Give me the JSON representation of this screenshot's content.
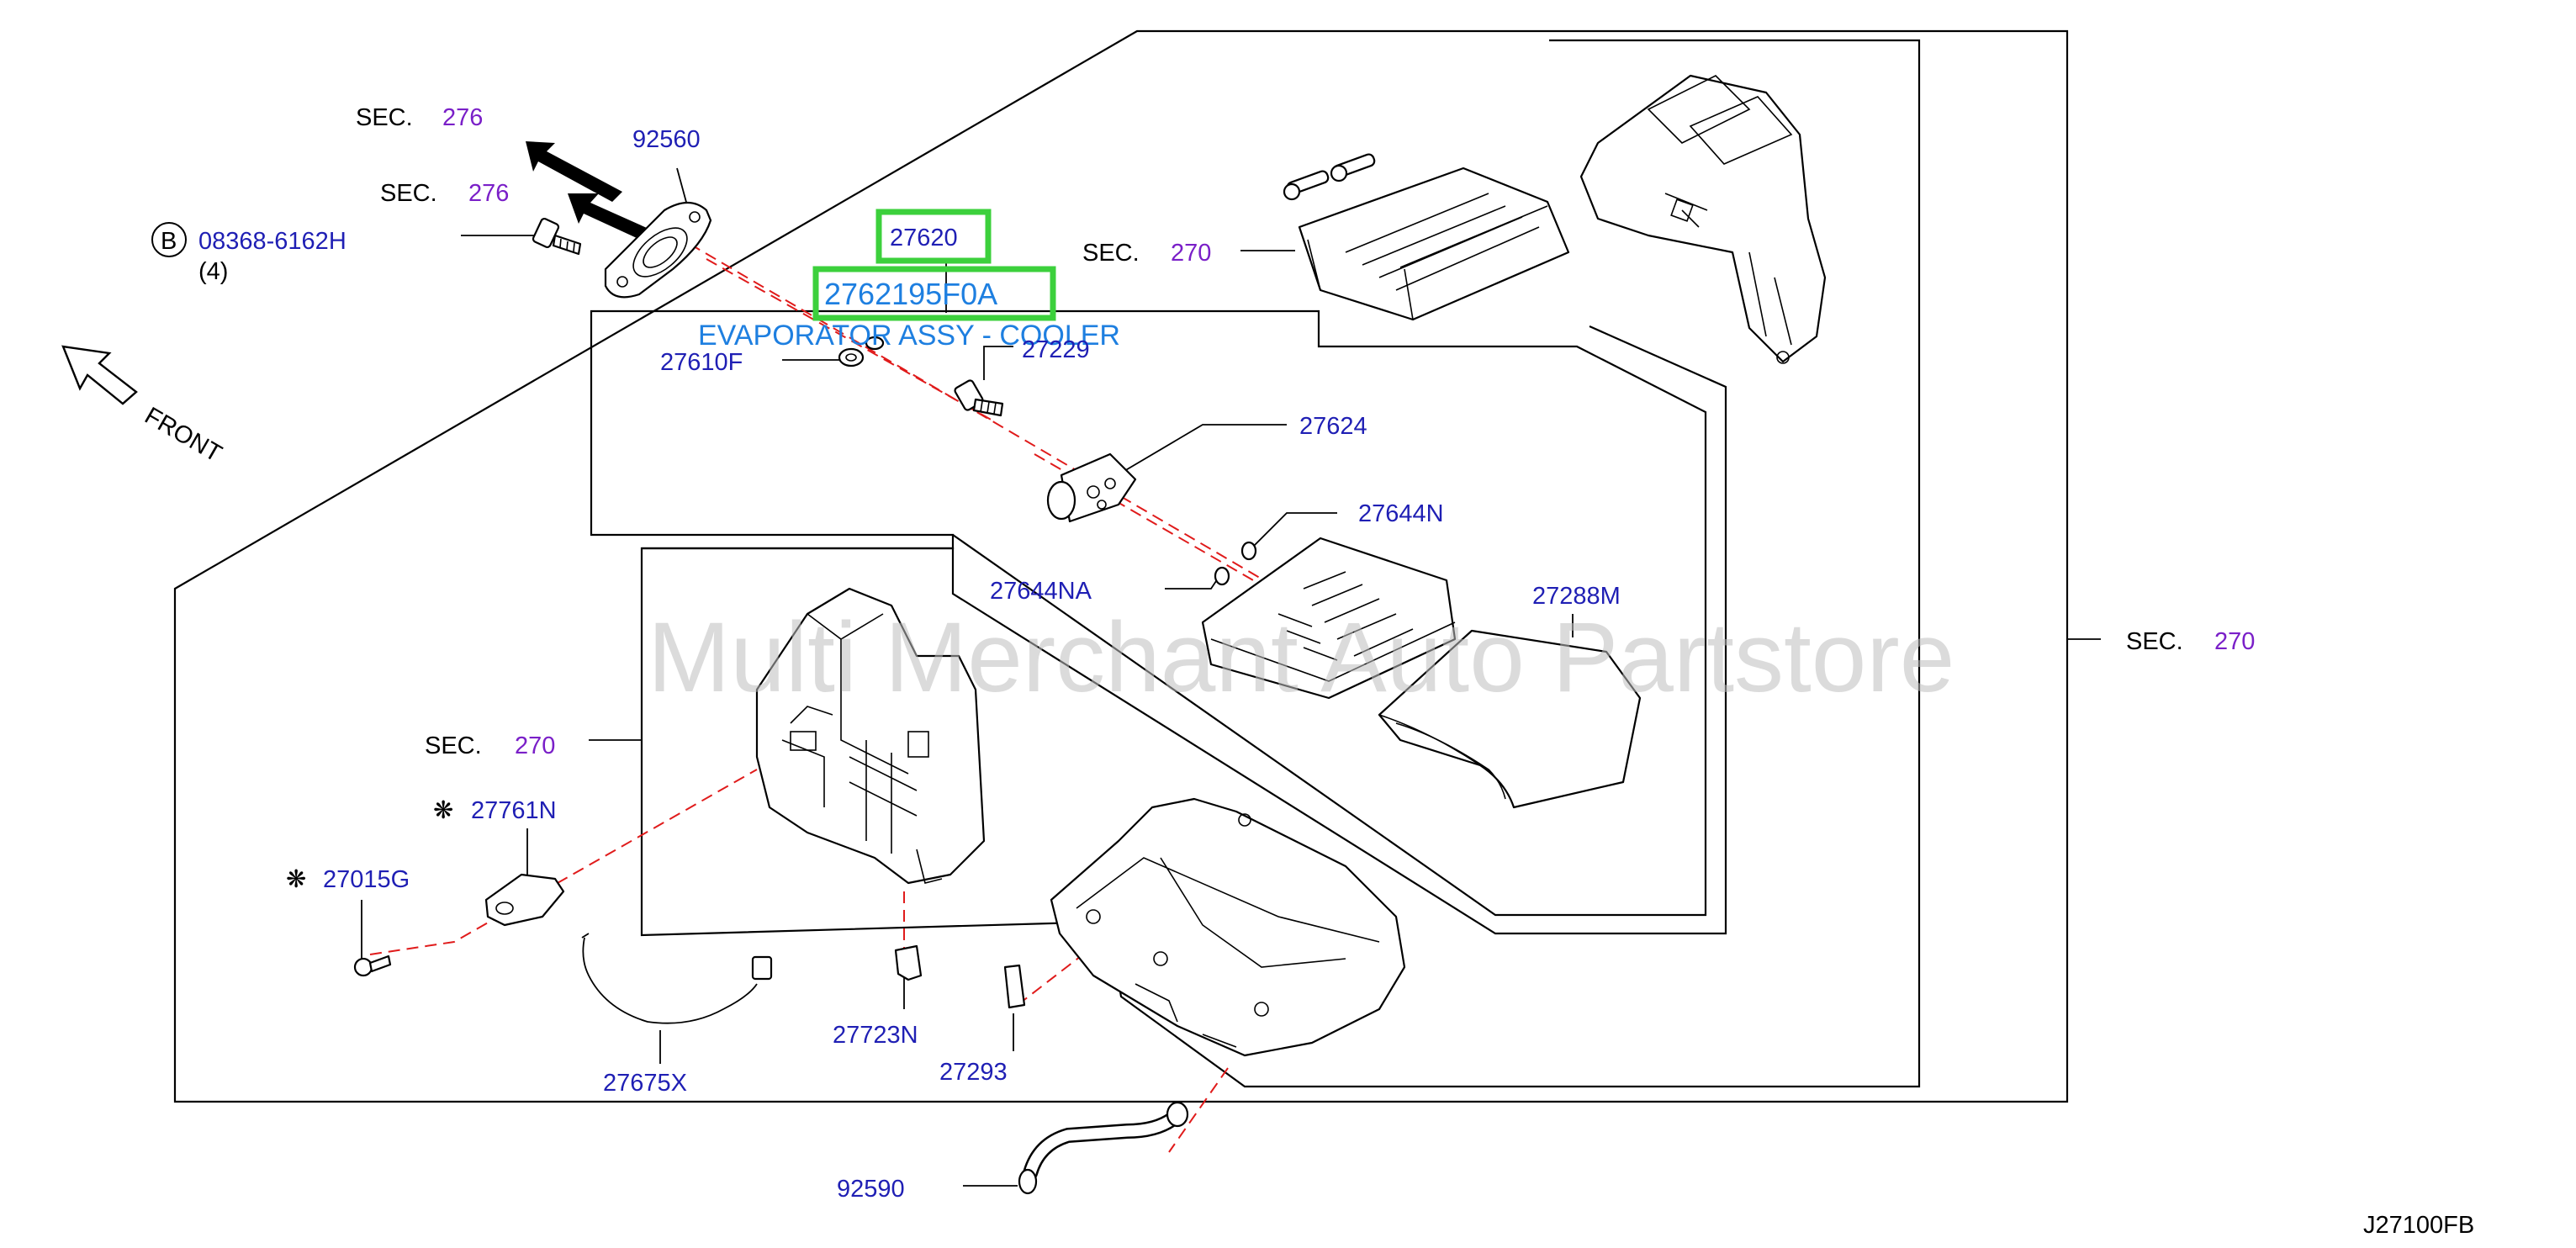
{
  "labels": {
    "sec_prefix": "SEC.",
    "sec_276_upper": "276",
    "sec_276_lower": "276",
    "sec_270_top": "270",
    "sec_270_left": "270",
    "sec_270_right": "270",
    "bolt_badge": "B",
    "front": "FRONT",
    "asterisk_mark": "❋"
  },
  "parts": {
    "p92560": "92560",
    "p08368": "08368-6162H",
    "p08368_qty": "(4)",
    "p27620": "27620",
    "p27610F": "27610F",
    "p27229": "27229",
    "p27624": "27624",
    "p27644N": "27644N",
    "p27644NA": "27644NA",
    "p27288M": "27288M",
    "p27761N": "27761N",
    "p27015G": "27015G",
    "p27675X": "27675X",
    "p27723N": "27723N",
    "p27293": "27293",
    "p92590": "92590"
  },
  "callout": {
    "part_number": "2762195F0A",
    "description": "EVAPORATOR ASSY - COOLER"
  },
  "watermark": "Multi Merchant Auto Partstore",
  "diagram_code": "J27100FB",
  "colors": {
    "part_number_text": "#1f1fb4",
    "section_number_text": "#7a1fc8",
    "callout_text": "#1e7fe0",
    "highlight_box": "#3cd03c",
    "assembly_line": "#e01b1b"
  }
}
